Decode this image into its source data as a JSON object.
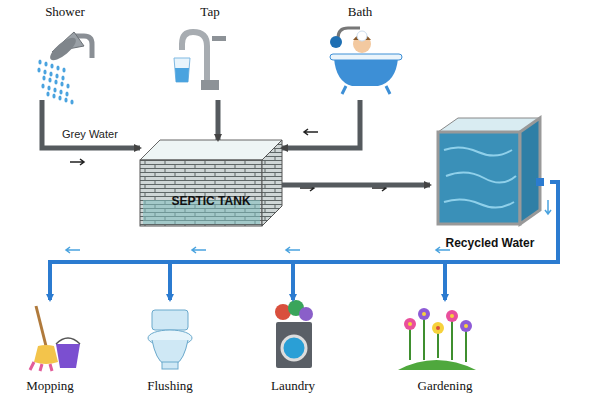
{
  "diagram": {
    "nodes": [
      {
        "text": [
          "Shower"
        ]
      },
      {
        "text": [
          "Tap"
        ]
      },
      {
        "text": [
          "Bath"
        ]
      },
      {
        "text": [
          "SEPTIC TANK"
        ]
      },
      {
        "text": [
          "Recycled Water"
        ]
      },
      {
        "text": [
          "Mopping"
        ]
      },
      {
        "text": [
          "Flushing"
        ]
      },
      {
        "text": [
          "Laundry"
        ]
      },
      {
        "text": [
          "Gardening"
        ]
      }
    ],
    "edges": [
      {
        "from": 0,
        "to": 3,
        "arrow": "to"
      },
      {
        "from": 1,
        "to": 3,
        "arrow": "to"
      },
      {
        "from": 2,
        "to": 3,
        "arrow": "to"
      },
      {
        "from": 3,
        "to": 4,
        "arrow": "to"
      },
      {
        "from": 4,
        "to": 5,
        "arrow": "to"
      },
      {
        "from": 4,
        "to": 6,
        "arrow": "to"
      },
      {
        "from": 4,
        "to": 7,
        "arrow": "to"
      },
      {
        "from": 4,
        "to": 8,
        "arrow": "to"
      }
    ],
    "labels": [
      "Grey Water"
    ]
  }
}
